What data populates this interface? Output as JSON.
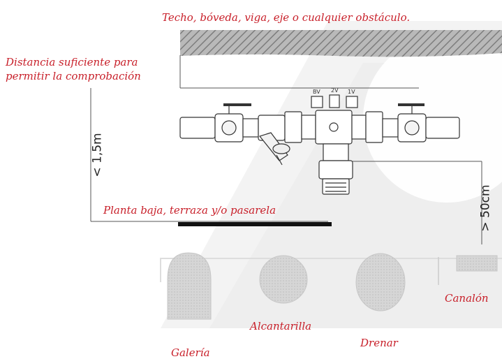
{
  "labels": {
    "ceiling": "Techo, bóveda, viga, eje o cualquier obstáculo.",
    "clearance_line1": "Distancia suficiente para",
    "clearance_line2": "permitir la comprobación",
    "height_max": "< 1,5m",
    "floor": "Planta baja, terraza y/o pasarela",
    "height_min": "> 50cm",
    "gallery": "Galería",
    "sewer": "Alcantarilla",
    "drain": "Drenar",
    "gutter": "Canalón"
  },
  "colors": {
    "label_red": "#c8202a",
    "hatch_gray": "#8a8a8a",
    "shape_gray": "#d9d9d9",
    "watermark_gray": "#f0f0f0",
    "line_dark": "#333333"
  },
  "valves": {
    "gauge_labels": [
      "BV",
      "2V",
      "1V"
    ]
  }
}
